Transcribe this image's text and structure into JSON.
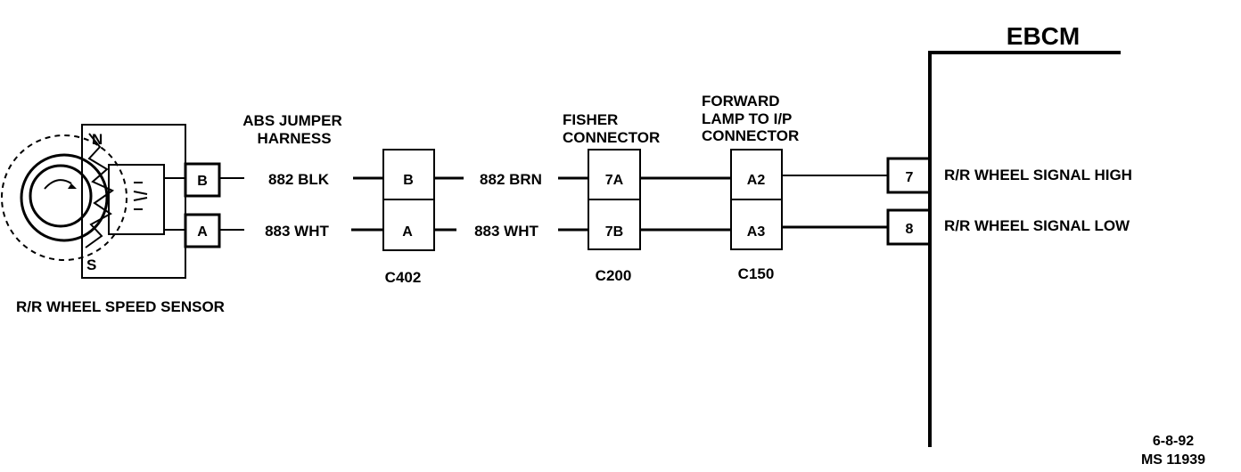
{
  "sensor": {
    "label": "R/R WHEEL SPEED SENSOR",
    "north": "N",
    "south": "S",
    "pin_b": "B",
    "pin_a": "A"
  },
  "harness": {
    "line1": "ABS JUMPER",
    "line2": "HARNESS"
  },
  "wires": {
    "w1_top": "882 BLK",
    "w1_bot": "883 WHT",
    "w2_top": "882 BRN",
    "w2_bot": "883 WHT"
  },
  "c402": {
    "name": "C402",
    "pin_top": "B",
    "pin_bot": "A"
  },
  "c200": {
    "title1": "FISHER",
    "title2": "CONNECTOR",
    "name": "C200",
    "pin_top": "7A",
    "pin_bot": "7B"
  },
  "c150": {
    "title1": "FORWARD",
    "title2": "LAMP TO I/P",
    "title3": "CONNECTOR",
    "name": "C150",
    "pin_top": "A2",
    "pin_bot": "A3"
  },
  "ebcm": {
    "title": "EBCM",
    "pin_high": "7",
    "pin_low": "8",
    "signal_high": "R/R WHEEL SIGNAL HIGH",
    "signal_low": "R/R WHEEL SIGNAL LOW"
  },
  "footer": {
    "date": "6-8-92",
    "code": "MS 11939"
  }
}
